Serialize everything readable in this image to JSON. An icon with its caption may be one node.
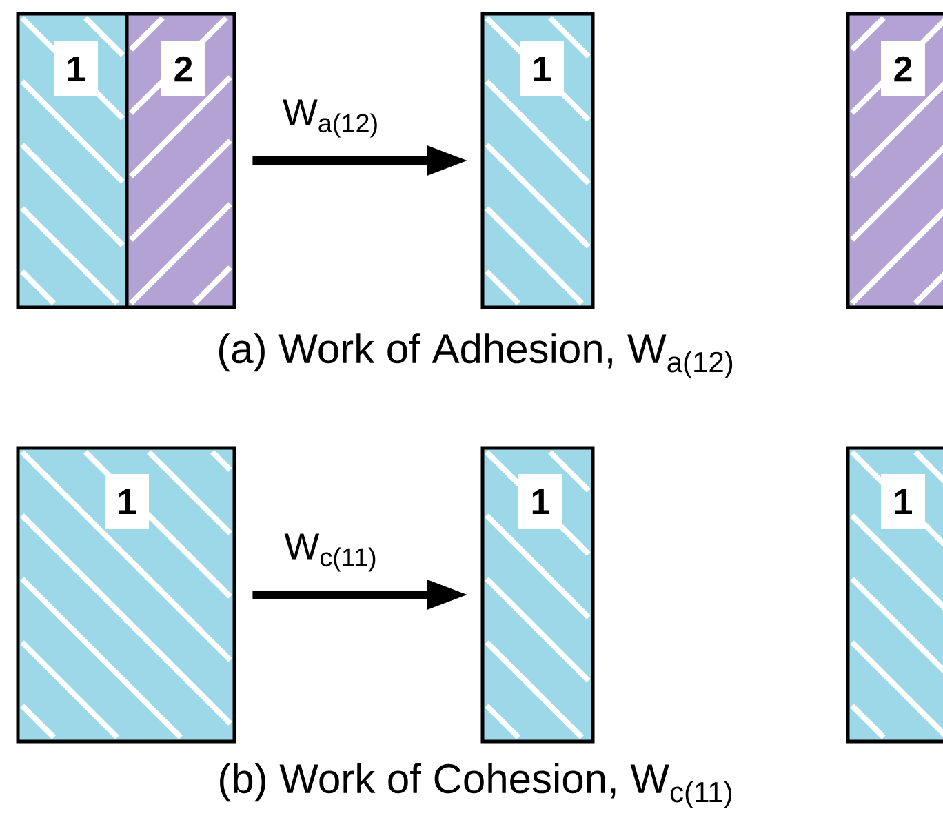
{
  "diagram": {
    "nodes": [
      {
        "text": [
          "1"
        ]
      },
      {
        "text": [
          "2"
        ]
      },
      {
        "text": [
          "1"
        ]
      },
      {
        "text": [
          "2"
        ]
      },
      {
        "text": [
          "1"
        ]
      },
      {
        "text": [
          "1"
        ]
      },
      {
        "text": [
          "1"
        ]
      }
    ],
    "edges": [
      {
        "from": 1,
        "to": 2,
        "arrow": "to",
        "label": "W$_{a(12)}$"
      },
      {
        "from": 4,
        "to": 5,
        "arrow": "to",
        "label": "W$_{c(11)}$"
      }
    ],
    "labels": [
      "(a)  Work of Adhesion, W$_{a(12)}$",
      "(b)  Work of Cohesion, W$_{c(11)}$"
    ]
  }
}
